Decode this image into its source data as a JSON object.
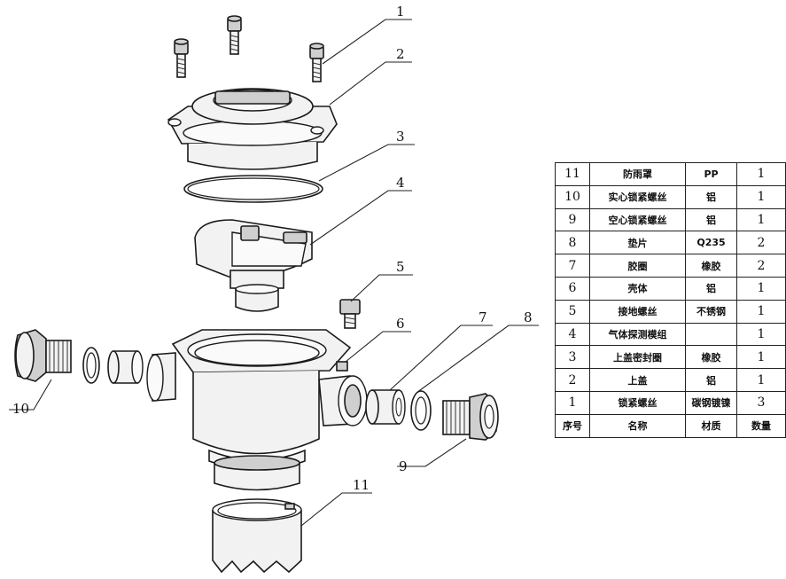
{
  "callouts": [
    "1",
    "2",
    "3",
    "4",
    "5",
    "6",
    "7",
    "8",
    "9",
    "10",
    "11"
  ],
  "bom": {
    "header": {
      "no": "序号",
      "name": "名称",
      "material": "材质",
      "qty": "数量"
    },
    "rows": [
      {
        "no": "11",
        "name": "防雨罩",
        "material": "PP",
        "qty": "1"
      },
      {
        "no": "10",
        "name": "实心锁紧螺丝",
        "material": "铝",
        "qty": "1"
      },
      {
        "no": "9",
        "name": "空心锁紧螺丝",
        "material": "铝",
        "qty": "1"
      },
      {
        "no": "8",
        "name": "垫片",
        "material": "Q235",
        "qty": "2"
      },
      {
        "no": "7",
        "name": "胶圈",
        "material": "橡胶",
        "qty": "2"
      },
      {
        "no": "6",
        "name": "壳体",
        "material": "铝",
        "qty": "1"
      },
      {
        "no": "5",
        "name": "接地螺丝",
        "material": "不锈钢",
        "qty": "1"
      },
      {
        "no": "4",
        "name": "气体探测模组",
        "material": "",
        "qty": "1"
      },
      {
        "no": "3",
        "name": "上盖密封圈",
        "material": "橡胶",
        "qty": "1"
      },
      {
        "no": "2",
        "name": "上盖",
        "material": "铝",
        "qty": "1"
      },
      {
        "no": "1",
        "name": "锁紧螺丝",
        "material": "碳钢镀镍",
        "qty": "3"
      }
    ]
  }
}
